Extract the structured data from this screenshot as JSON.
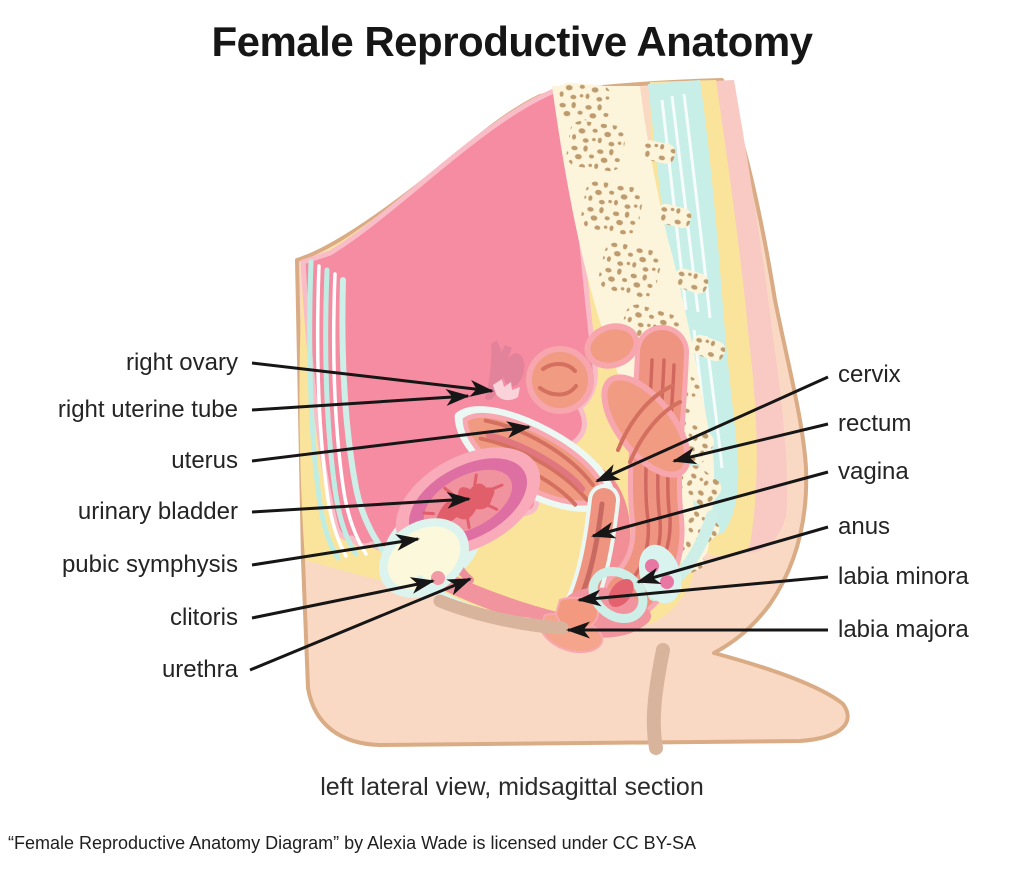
{
  "title": "Female Reproductive Anatomy",
  "caption": "left lateral view, midsagittal section",
  "attribution": "“Female Reproductive Anatomy Diagram” by Alexia Wade is licensed under CC BY-SA",
  "labels": {
    "left": [
      "right ovary",
      "right uterine tube",
      "uterus",
      "urinary bladder",
      "pubic symphysis",
      "clitoris",
      "urethra"
    ],
    "right": [
      "cervix",
      "rectum",
      "vagina",
      "anus",
      "labia minora",
      "labia majora"
    ]
  },
  "colors": {
    "background": "#ffffff",
    "abdominal_cavity_pink": "#F58CA2",
    "fat_yellow": "#FAE49C",
    "bone_cream": "#FCF5DB",
    "bone_speckle_brown": "#BE9B6F",
    "ligament_blue": "#C7EFE7",
    "skin_peach": "#F9D9C4",
    "skin_outline_tan": "#D9AC85",
    "organ_salmon": "#F09A82",
    "organ_rim_pink": "#F8A8B0",
    "bladder_magenta": "#DE6FA2",
    "arrow_black": "#161616"
  }
}
